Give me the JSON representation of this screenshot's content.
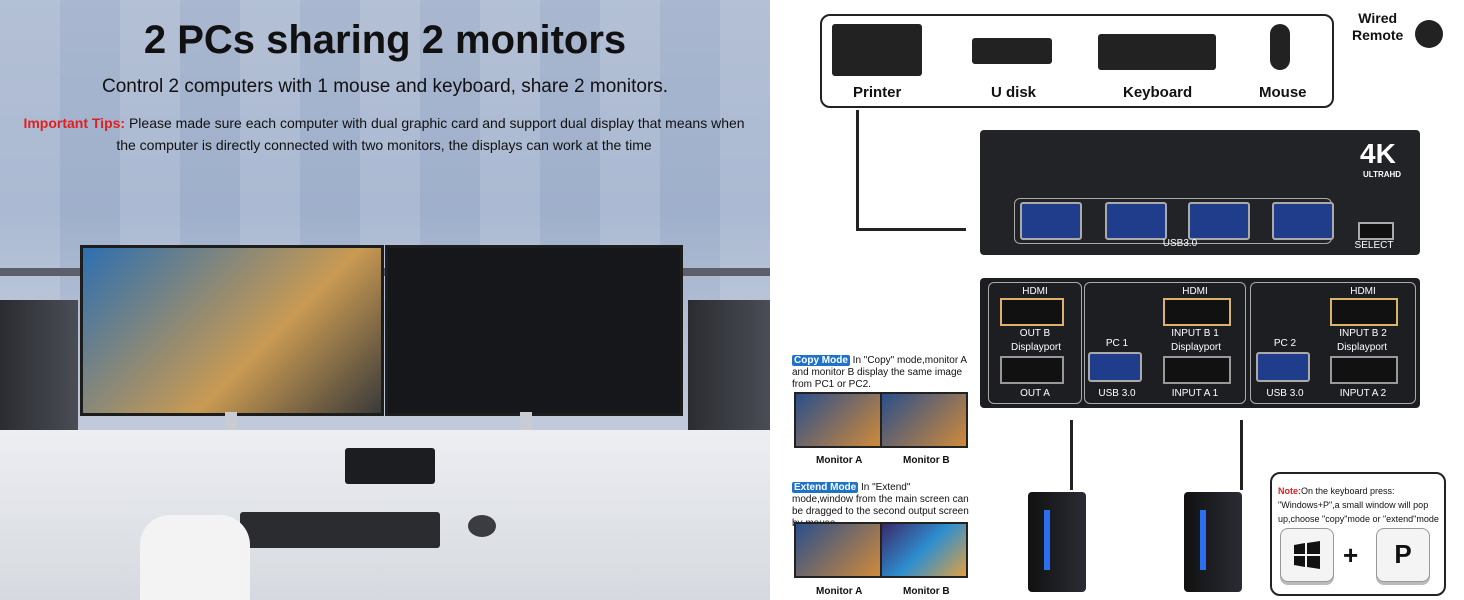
{
  "left_panel": {
    "title": "2 PCs sharing 2 monitors",
    "subtitle": "Control 2 computers with 1 mouse and keyboard, share 2 monitors.",
    "tips_label": "Important Tips:",
    "tips_text": " Please made sure each computer with dual graphic card and support dual display that means when the computer is directly connected with two monitors, the displays can work at the time"
  },
  "right_panel": {
    "peripherals": [
      "Printer",
      "U disk",
      "Keyboard",
      "Mouse"
    ],
    "wired_remote": "Wired\nRemote",
    "kvm_top": {
      "brand": "4K",
      "brand_sub": "ULTRAHD",
      "usb_label": "USB3.0",
      "select_label": "SELECT"
    },
    "kvm_back": {
      "out_b_hdmi": "HDMI",
      "out_b": "OUT B",
      "out_a_dp": "Displayport",
      "out_a": "OUT A",
      "pc1": "PC 1",
      "pc1_usb": "USB 3.0",
      "input_b1_hdmi": "HDMI",
      "input_b1": "INPUT B 1",
      "input_a1_dp": "Displayport",
      "input_a1": "INPUT A 1",
      "pc2": "PC 2",
      "pc2_usb": "USB 3.0",
      "input_b2_hdmi": "HDMI",
      "input_b2": "INPUT B 2",
      "input_a2_dp": "Displayport",
      "input_a2": "INPUT A 2"
    },
    "copy_mode": {
      "badge": "Copy Mode",
      "text": " In \"Copy\" mode,monitor A and monitor B display the same image from PC1 or PC2.",
      "monitor_a": "Monitor A",
      "monitor_b": "Monitor B"
    },
    "extend_mode": {
      "badge": "Extend Mode",
      "text": " In \"Extend\" mode,window from the main screen can be dragged to the second output screen by mouse",
      "monitor_a": "Monitor A",
      "monitor_b": "Monitor B"
    },
    "note": {
      "label": "Note:",
      "text": "On the keyboard press: \"Windows+P\",a small window will pop up,choose \"copy\"mode or \"extend\"mode",
      "key_plus": "+",
      "key_p": "P"
    }
  }
}
